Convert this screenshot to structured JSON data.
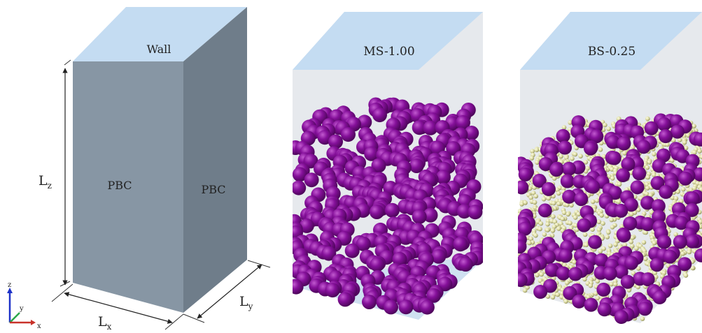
{
  "box": {
    "top_label": "Wall",
    "front_label": "PBC",
    "side_label": "PBC",
    "dim_z": {
      "main": "L",
      "sub": "z"
    },
    "dim_x": {
      "main": "L",
      "sub": "x"
    },
    "dim_y": {
      "main": "L",
      "sub": "y"
    }
  },
  "axes": {
    "z": "z",
    "y": "y",
    "x": "x"
  },
  "sample_ms": {
    "title": "MS-1.00"
  },
  "sample_bs": {
    "title": "BS-0.25"
  },
  "colors": {
    "wall_top": "#c4dcf2",
    "box_front": "#8796a4",
    "box_side": "#6f7d8a",
    "glass": "#e6e9ed",
    "large_particle": "#7a0a86",
    "small_particle": "#d6d6a0"
  }
}
